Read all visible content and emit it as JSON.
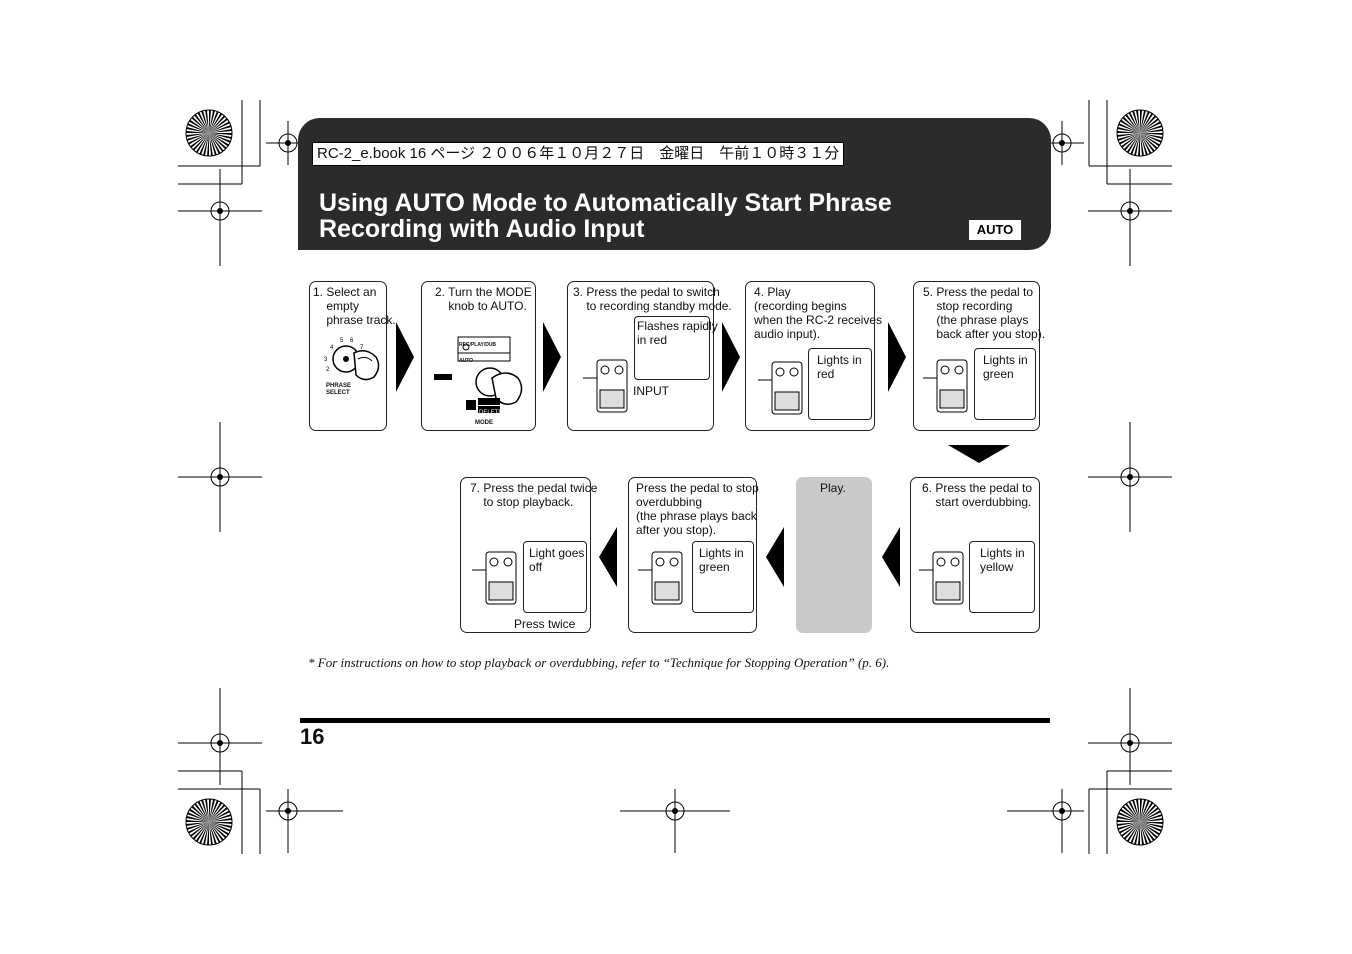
{
  "header": {
    "bookline": "RC-2_e.book 16 ページ ２００６年１０月２７日　金曜日　午前１０時３１分",
    "title_line1": "Using AUTO Mode to Automatically Start Phrase",
    "title_line2": "Recording with Audio Input",
    "badge": "AUTO"
  },
  "steps": {
    "s1": "1. Select an\n    empty\n    phrase track.",
    "s1_knob": "PHRASE\nSELECT",
    "s2": "2. Turn the MODE\n    knob to AUTO.",
    "s2_panel": "REC/PLAY/DUB",
    "s2_auto": "AUTO",
    "s2_mode": "MODE",
    "s2_delete": "DELETE",
    "s3": "3. Press the pedal to switch\n    to recording standby mode.",
    "s3_status": "Flashes rapidly\nin red",
    "s3_input": "INPUT",
    "s4": "4. Play\n(recording begins\nwhen the RC-2 receives\naudio input).",
    "s4_status": "Lights in\nred",
    "s5": "5. Press the pedal to\n    stop recording\n    (the phrase plays\n    back after you stop).",
    "s5_status": "Lights in\ngreen",
    "s6": "6. Press the pedal to\n    start overdubbing.",
    "s6_status": "Lights in\nyellow",
    "play": "Play.",
    "s_stop_dub": "Press the pedal to stop\noverdubbing\n(the phrase plays back\nafter you stop).",
    "s_stop_dub_status": "Lights in\ngreen",
    "s7": "7. Press the pedal twice\n    to stop playback.",
    "s7_status": "Light goes\noff",
    "s7_press": "Press twice",
    "panel_label": "REC/PLAY/DUB",
    "auto_label": "AUTO"
  },
  "footnote": "*   For instructions on how to stop playback or overdubbing, refer to “Technique for Stopping Operation” (p. 6).",
  "page_number": "16"
}
